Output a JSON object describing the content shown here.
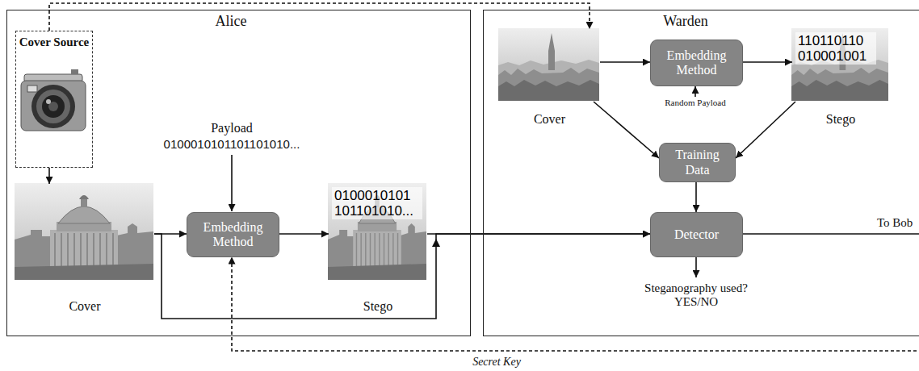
{
  "diagram": {
    "nodes": [
      {
        "text": [
          "Alice"
        ]
      },
      {
        "text": [
          "Cover Source"
        ],
        "in": 0
      },
      {
        "text": [
          "Cover"
        ],
        "in": 0
      },
      {
        "text": [
          "Embedding Method"
        ],
        "in": 0
      },
      {
        "text": [
          "0100010101 101101010...",
          "Stego"
        ],
        "in": 0
      },
      {
        "text": [
          "Warden"
        ]
      },
      {
        "text": [
          "Cover"
        ],
        "in": 5
      },
      {
        "text": [
          "Embedding Method"
        ],
        "in": 5
      },
      {
        "text": [
          "110110110 010001001",
          "Stego"
        ],
        "in": 5
      },
      {
        "text": [
          "Training Data"
        ],
        "in": 5
      },
      {
        "text": [
          "Detector"
        ],
        "in": 5
      }
    ],
    "edges": [
      {
        "from": 1,
        "to": 2,
        "arrow": "to"
      },
      {
        "from": 1,
        "to": 6,
        "arrow": "to"
      },
      {
        "from": 2,
        "to": 3,
        "arrow": "to"
      },
      {
        "from": 3,
        "to": 4,
        "arrow": "to"
      },
      {
        "from": 4,
        "to": 10,
        "arrow": "to"
      },
      {
        "from": 2,
        "to": 10,
        "arrow": "to"
      },
      {
        "from": 6,
        "to": 7,
        "arrow": "to"
      },
      {
        "from": 7,
        "to": 8,
        "arrow": "to"
      },
      {
        "from": 6,
        "to": 9,
        "arrow": "to"
      },
      {
        "from": 8,
        "to": 9,
        "arrow": "to"
      },
      {
        "from": 9,
        "to": 10,
        "arrow": "to"
      }
    ],
    "labels": [
      "Payload",
      "0100010101101101010...",
      "Random Payload",
      "Steganography used? YES/NO",
      "To Bob",
      "Secret Key"
    ]
  }
}
